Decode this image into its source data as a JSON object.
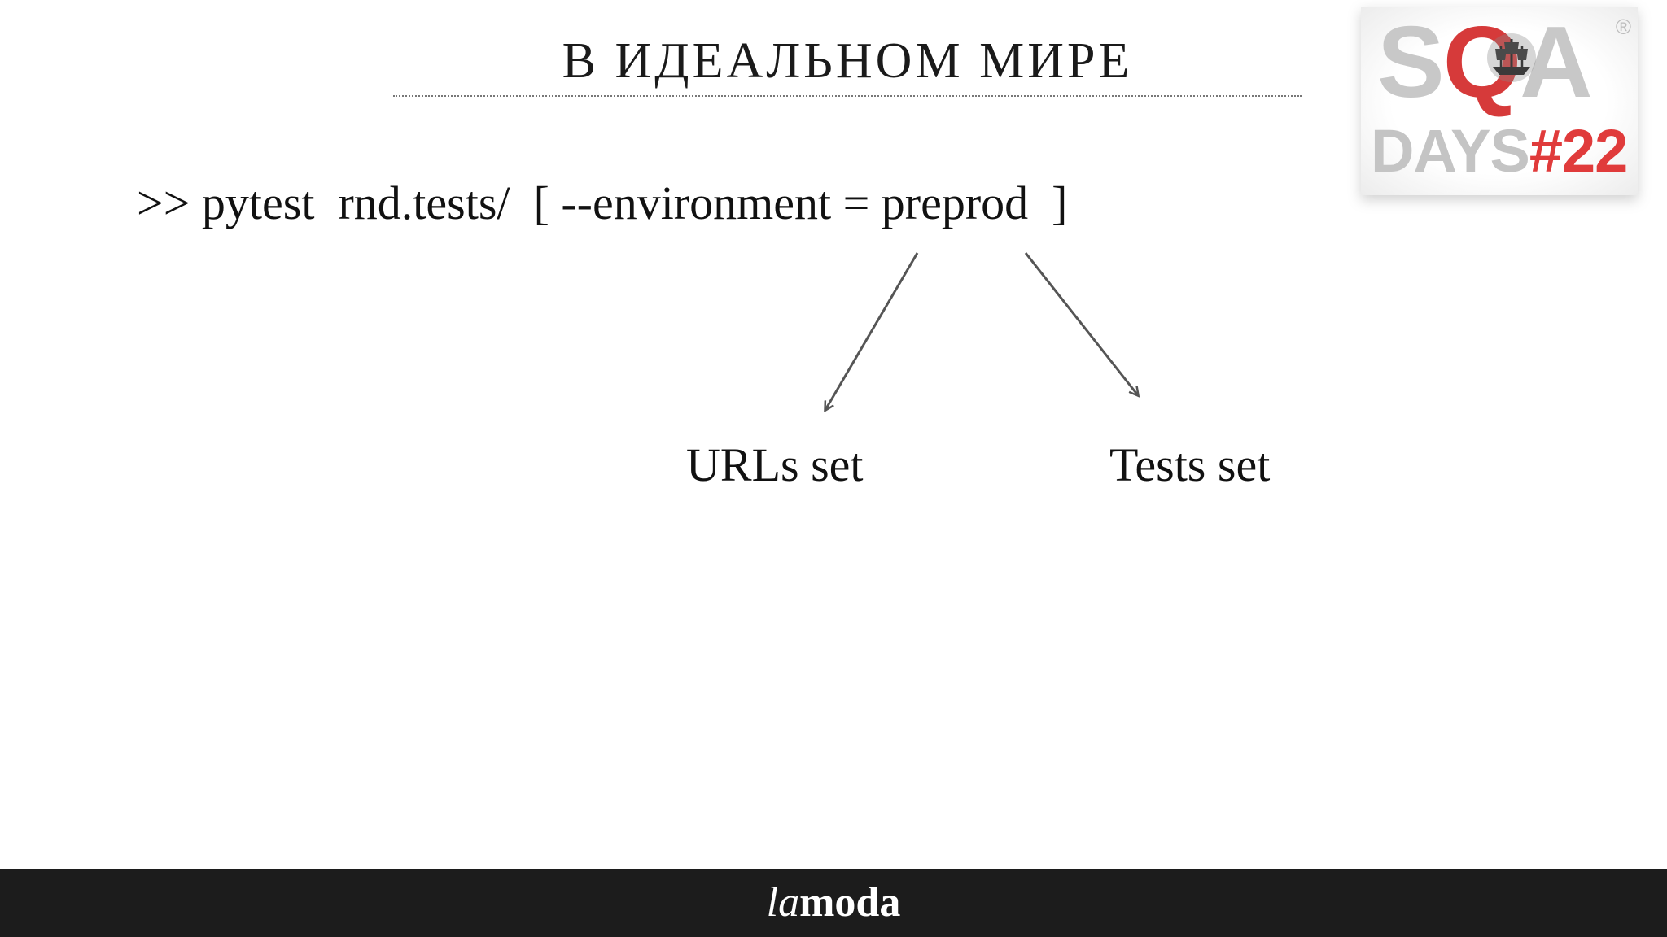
{
  "slide": {
    "title": "В ИДЕАЛЬНОМ МИРЕ",
    "command": ">> pytest  rnd.tests/  [ --environment = preprod  ]",
    "branches": {
      "left_label": "URLs set",
      "right_label": "Tests set"
    }
  },
  "logo": {
    "sqa_s": "S",
    "sqa_q": "Q",
    "sqa_a": "A",
    "registered": "®",
    "days": "DAYS",
    "number": "#22"
  },
  "footer": {
    "brand_italic": "la",
    "brand_bold": "moda"
  },
  "colors": {
    "background": "#ffffff",
    "text": "#111111",
    "footer_bg": "#1c1c1c",
    "footer_text": "#ffffff",
    "logo_gray": "#c6c6c6",
    "logo_red": "#e03b3b",
    "arrow": "#555555"
  }
}
